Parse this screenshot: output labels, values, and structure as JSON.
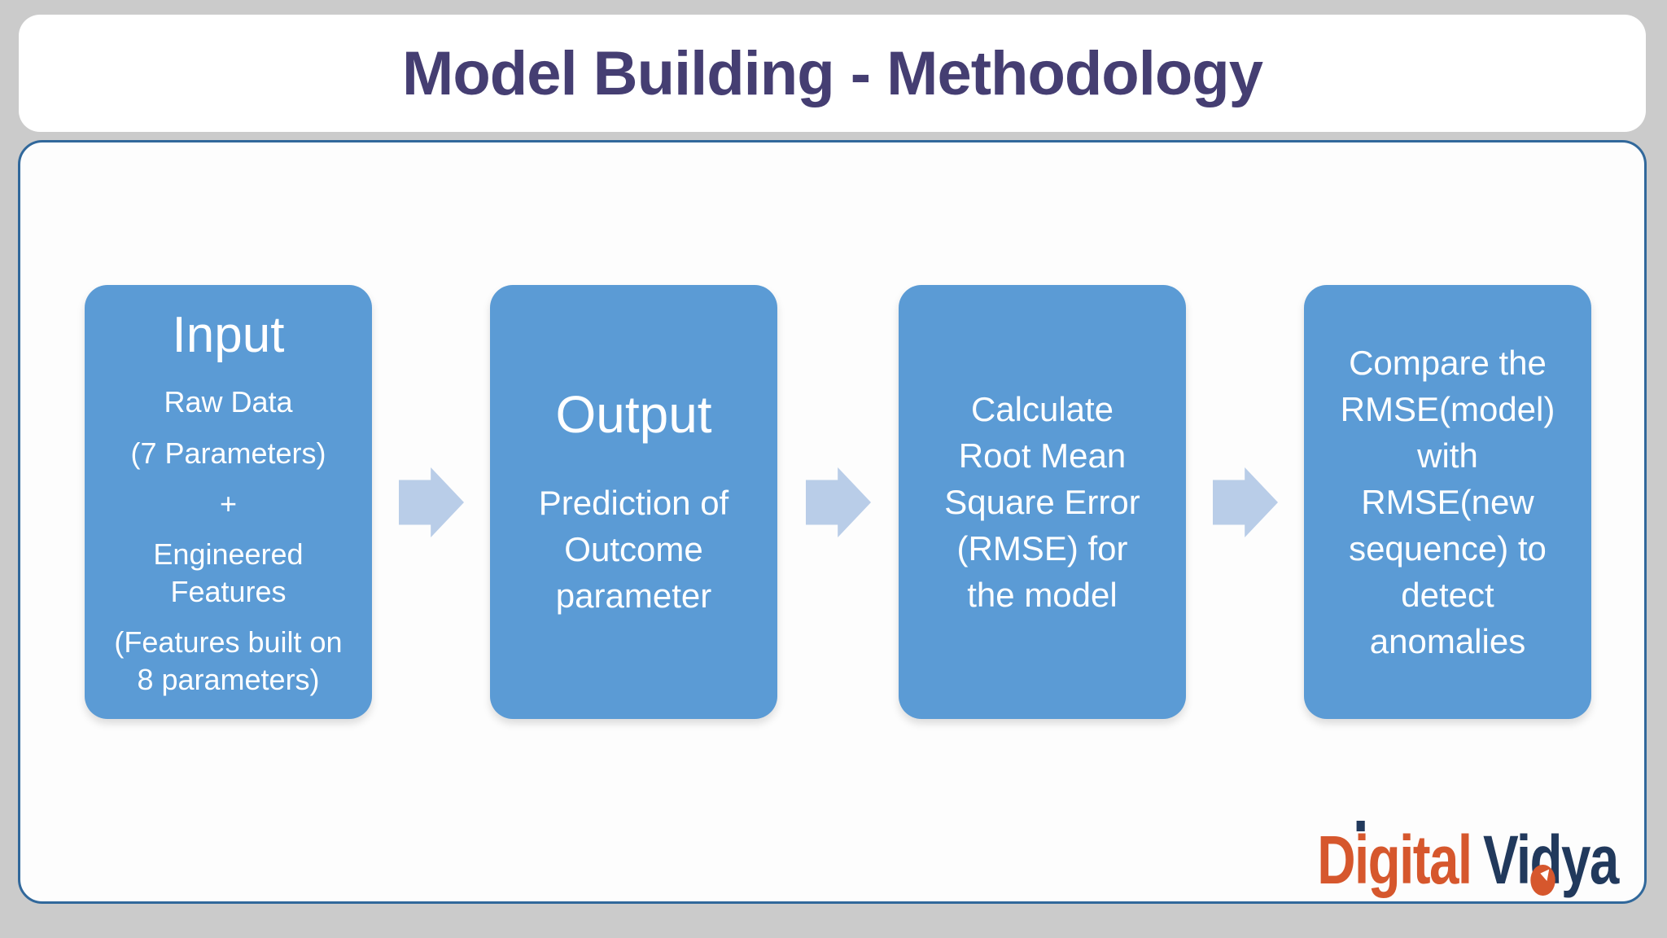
{
  "slide": {
    "title": "Model Building - Methodology"
  },
  "flow": {
    "steps": [
      {
        "heading": "Input",
        "body": [
          "Raw Data",
          "(7 Parameters)",
          "+",
          "Engineered\nFeatures",
          "(Features built on\n8 parameters)"
        ]
      },
      {
        "heading": "Output",
        "body": [
          "Prediction of\nOutcome\nparameter"
        ]
      },
      {
        "heading": "",
        "body": [
          "Calculate\nRoot Mean\nSquare Error\n(RMSE) for\nthe model"
        ]
      },
      {
        "heading": "",
        "body": [
          "Compare the\nRMSE(model)\nwith\nRMSE(new\nsequence) to\ndetect\nanomalies"
        ]
      }
    ],
    "arrow_icon": "right-block-arrow"
  },
  "logo": {
    "word1_prefix": "D",
    "word1_i": "i",
    "word1_rest": "gital",
    "word2_prefix": "Vi",
    "word2_d": "d",
    "word2_rest": "ya"
  },
  "colors": {
    "background_gray": "#cbcbcb",
    "panel_border_blue": "#31689b",
    "box_blue": "#5b9bd5",
    "arrow_blue": "#b9cde8",
    "title_purple": "#453e72",
    "logo_orange": "#d6572d",
    "logo_navy": "#21395c"
  }
}
